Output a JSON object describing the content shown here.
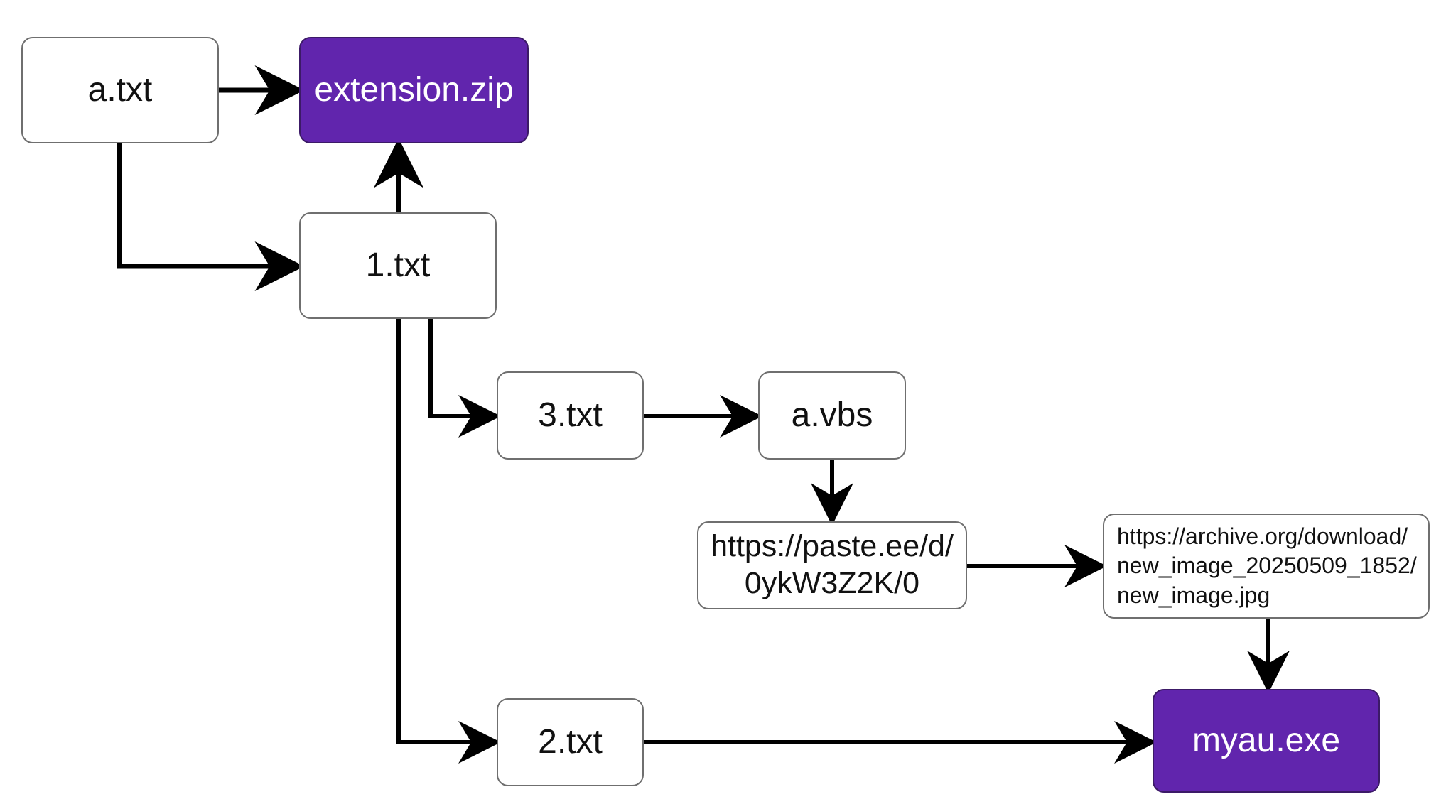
{
  "diagram": {
    "colors": {
      "node_border": "#6f6f6f",
      "node_fill": "#ffffff",
      "highlight_fill": "#6125ad",
      "highlight_border": "#3c1a67",
      "highlight_text": "#ffffff",
      "edge": "#000000"
    },
    "nodes": {
      "a_txt": "a.txt",
      "extension_zip": "extension.zip",
      "one_txt": "1.txt",
      "three_txt": "3.txt",
      "a_vbs": "a.vbs",
      "paste_url": "https://paste.ee/d/\n0ykW3Z2K/0",
      "archive_url": "https://archive.org/download/\nnew_image_20250509_1852/\nnew_image.jpg",
      "two_txt": "2.txt",
      "myau_exe": "myau.exe"
    },
    "edges": [
      {
        "from": "a.txt",
        "to": "extension.zip"
      },
      {
        "from": "a.txt",
        "to": "1.txt"
      },
      {
        "from": "1.txt",
        "to": "extension.zip"
      },
      {
        "from": "1.txt",
        "to": "3.txt"
      },
      {
        "from": "1.txt",
        "to": "2.txt"
      },
      {
        "from": "3.txt",
        "to": "a.vbs"
      },
      {
        "from": "a.vbs",
        "to": "https://paste.ee/d/0ykW3Z2K/0"
      },
      {
        "from": "https://paste.ee/d/0ykW3Z2K/0",
        "to": "https://archive.org/download/new_image_20250509_1852/new_image.jpg"
      },
      {
        "from": "https://archive.org/download/new_image_20250509_1852/new_image.jpg",
        "to": "myau.exe"
      },
      {
        "from": "2.txt",
        "to": "myau.exe"
      }
    ]
  }
}
